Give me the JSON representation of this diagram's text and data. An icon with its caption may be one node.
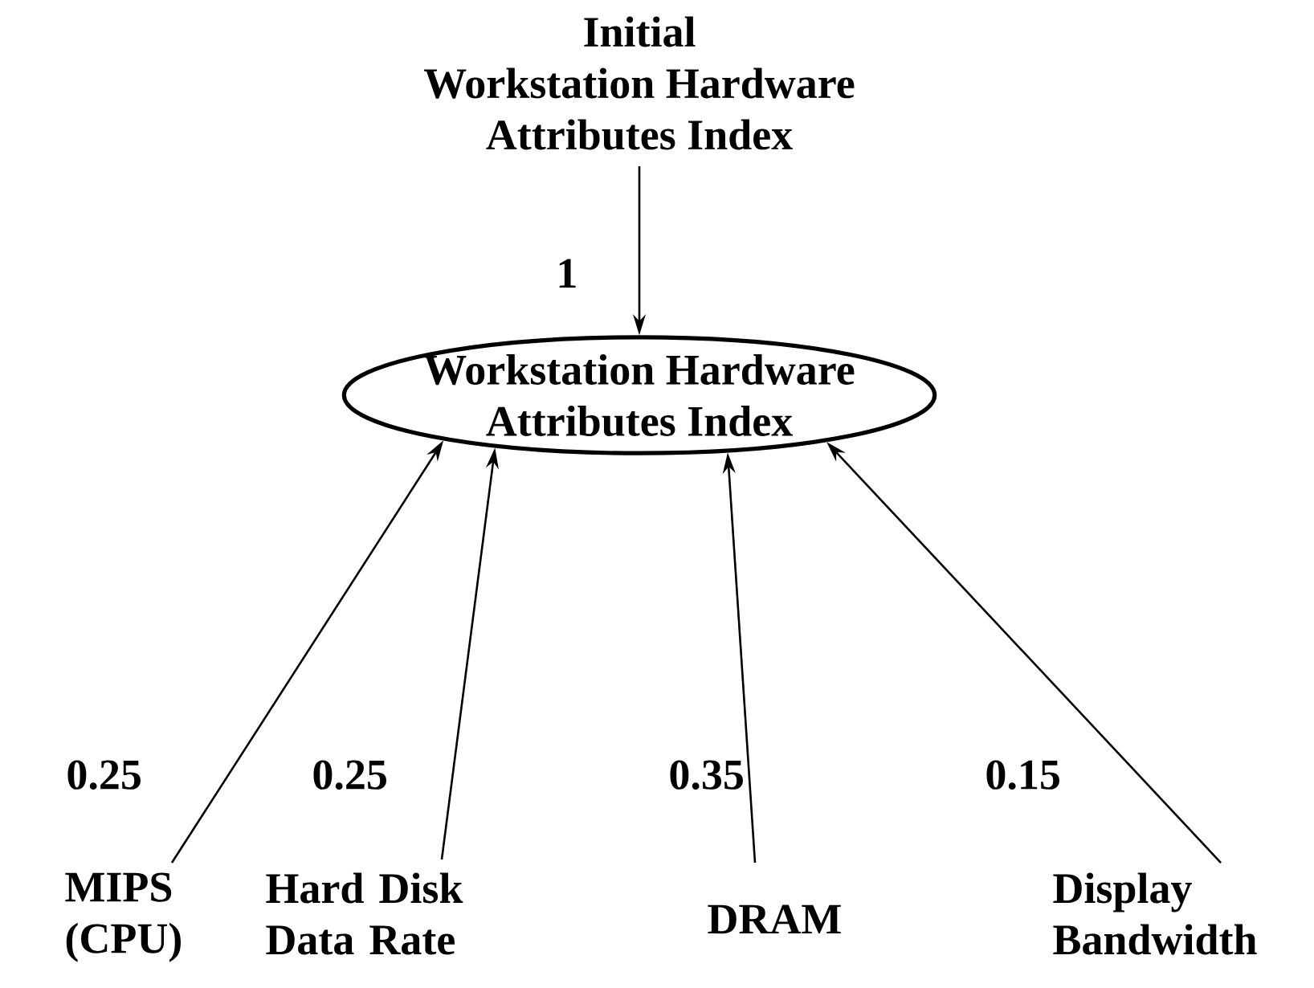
{
  "diagram": {
    "nodes": [
      {
        "text": [
          "Initial Workstation Hardware Attributes Index"
        ]
      },
      {
        "text": [
          "Workstation Hardware Attributes Index"
        ]
      },
      {
        "text": [
          "MIPS (CPU)"
        ]
      },
      {
        "text": [
          "Hard Disk Data Rate"
        ]
      },
      {
        "text": [
          "DRAM"
        ]
      },
      {
        "text": [
          "Display Bandwidth"
        ]
      }
    ],
    "edges": [
      {
        "from": 0,
        "to": 1,
        "arrow": "to",
        "label": "1"
      },
      {
        "from": 2,
        "to": 1,
        "arrow": "to",
        "label": "0.25"
      },
      {
        "from": 3,
        "to": 1,
        "arrow": "to",
        "label": "0.25"
      },
      {
        "from": 4,
        "to": 1,
        "arrow": "to",
        "label": "0.35"
      },
      {
        "from": 5,
        "to": 1,
        "arrow": "to",
        "label": "0.15"
      }
    ]
  }
}
